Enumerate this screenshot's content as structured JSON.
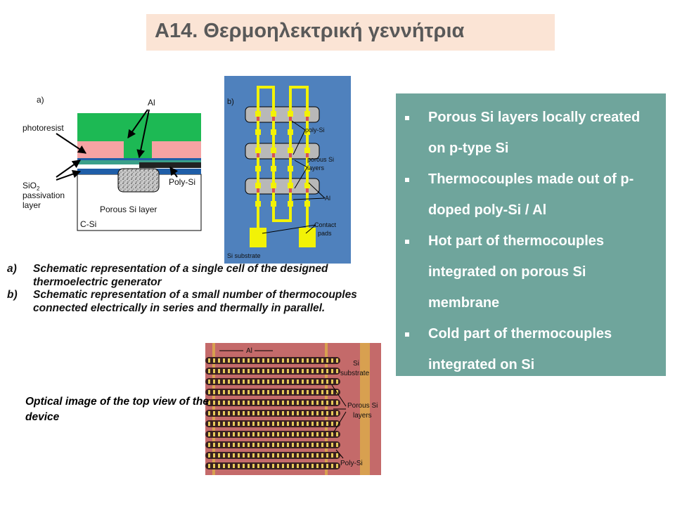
{
  "title": "A14. Θερμοηλεκτρική γεννήτρια",
  "fig_a": {
    "panel": "a)",
    "labels": {
      "al": "Al",
      "photoresist": "photoresist",
      "sio2_line1": "SiO",
      "sio2_sub": "2",
      "sio2_line2": "passivation",
      "sio2_line3": "layer",
      "polysi": "Poly-Si",
      "porous": "Porous Si layer",
      "csi": "C-Si"
    }
  },
  "fig_b": {
    "panel": "b)",
    "labels": {
      "polysi": "poly-Si",
      "porous1": "porous Si",
      "porous2": "layers",
      "al": "Al",
      "contact1": "Contact",
      "contact2": "pads",
      "substrate": "Si substrate"
    }
  },
  "captions": [
    {
      "marker": "a)",
      "text": "Schematic representation of a single cell of the designed thermoelectric generator"
    },
    {
      "marker": "b)",
      "text": "Schematic representation of a small number of thermocouples connected electrically in series and thermally in parallel."
    }
  ],
  "optical": {
    "caption": "Optical image of the top view of the device",
    "labels": {
      "al": "Al",
      "substrate1": "Si",
      "substrate2": "substrate",
      "porous1": "Porous Si",
      "porous2": "layers",
      "polysi": "Poly-Si"
    }
  },
  "bullets": [
    "Porous Si layers locally created on p-type Si",
    "Thermocouples made out of p-doped poly-Si / Al",
    "Hot part of thermocouples integrated on porous Si membrane",
    "Cold part of thermocouples integrated on Si"
  ],
  "colors": {
    "title_bg": "#fbe4d5",
    "panel_bg": "#6fa59c",
    "photoresist": "#1db954",
    "pink": "#f5a3a3",
    "al": "#f2f206",
    "fig_b_bg": "#4f81bd",
    "optical_bg": "#c46a6a"
  }
}
